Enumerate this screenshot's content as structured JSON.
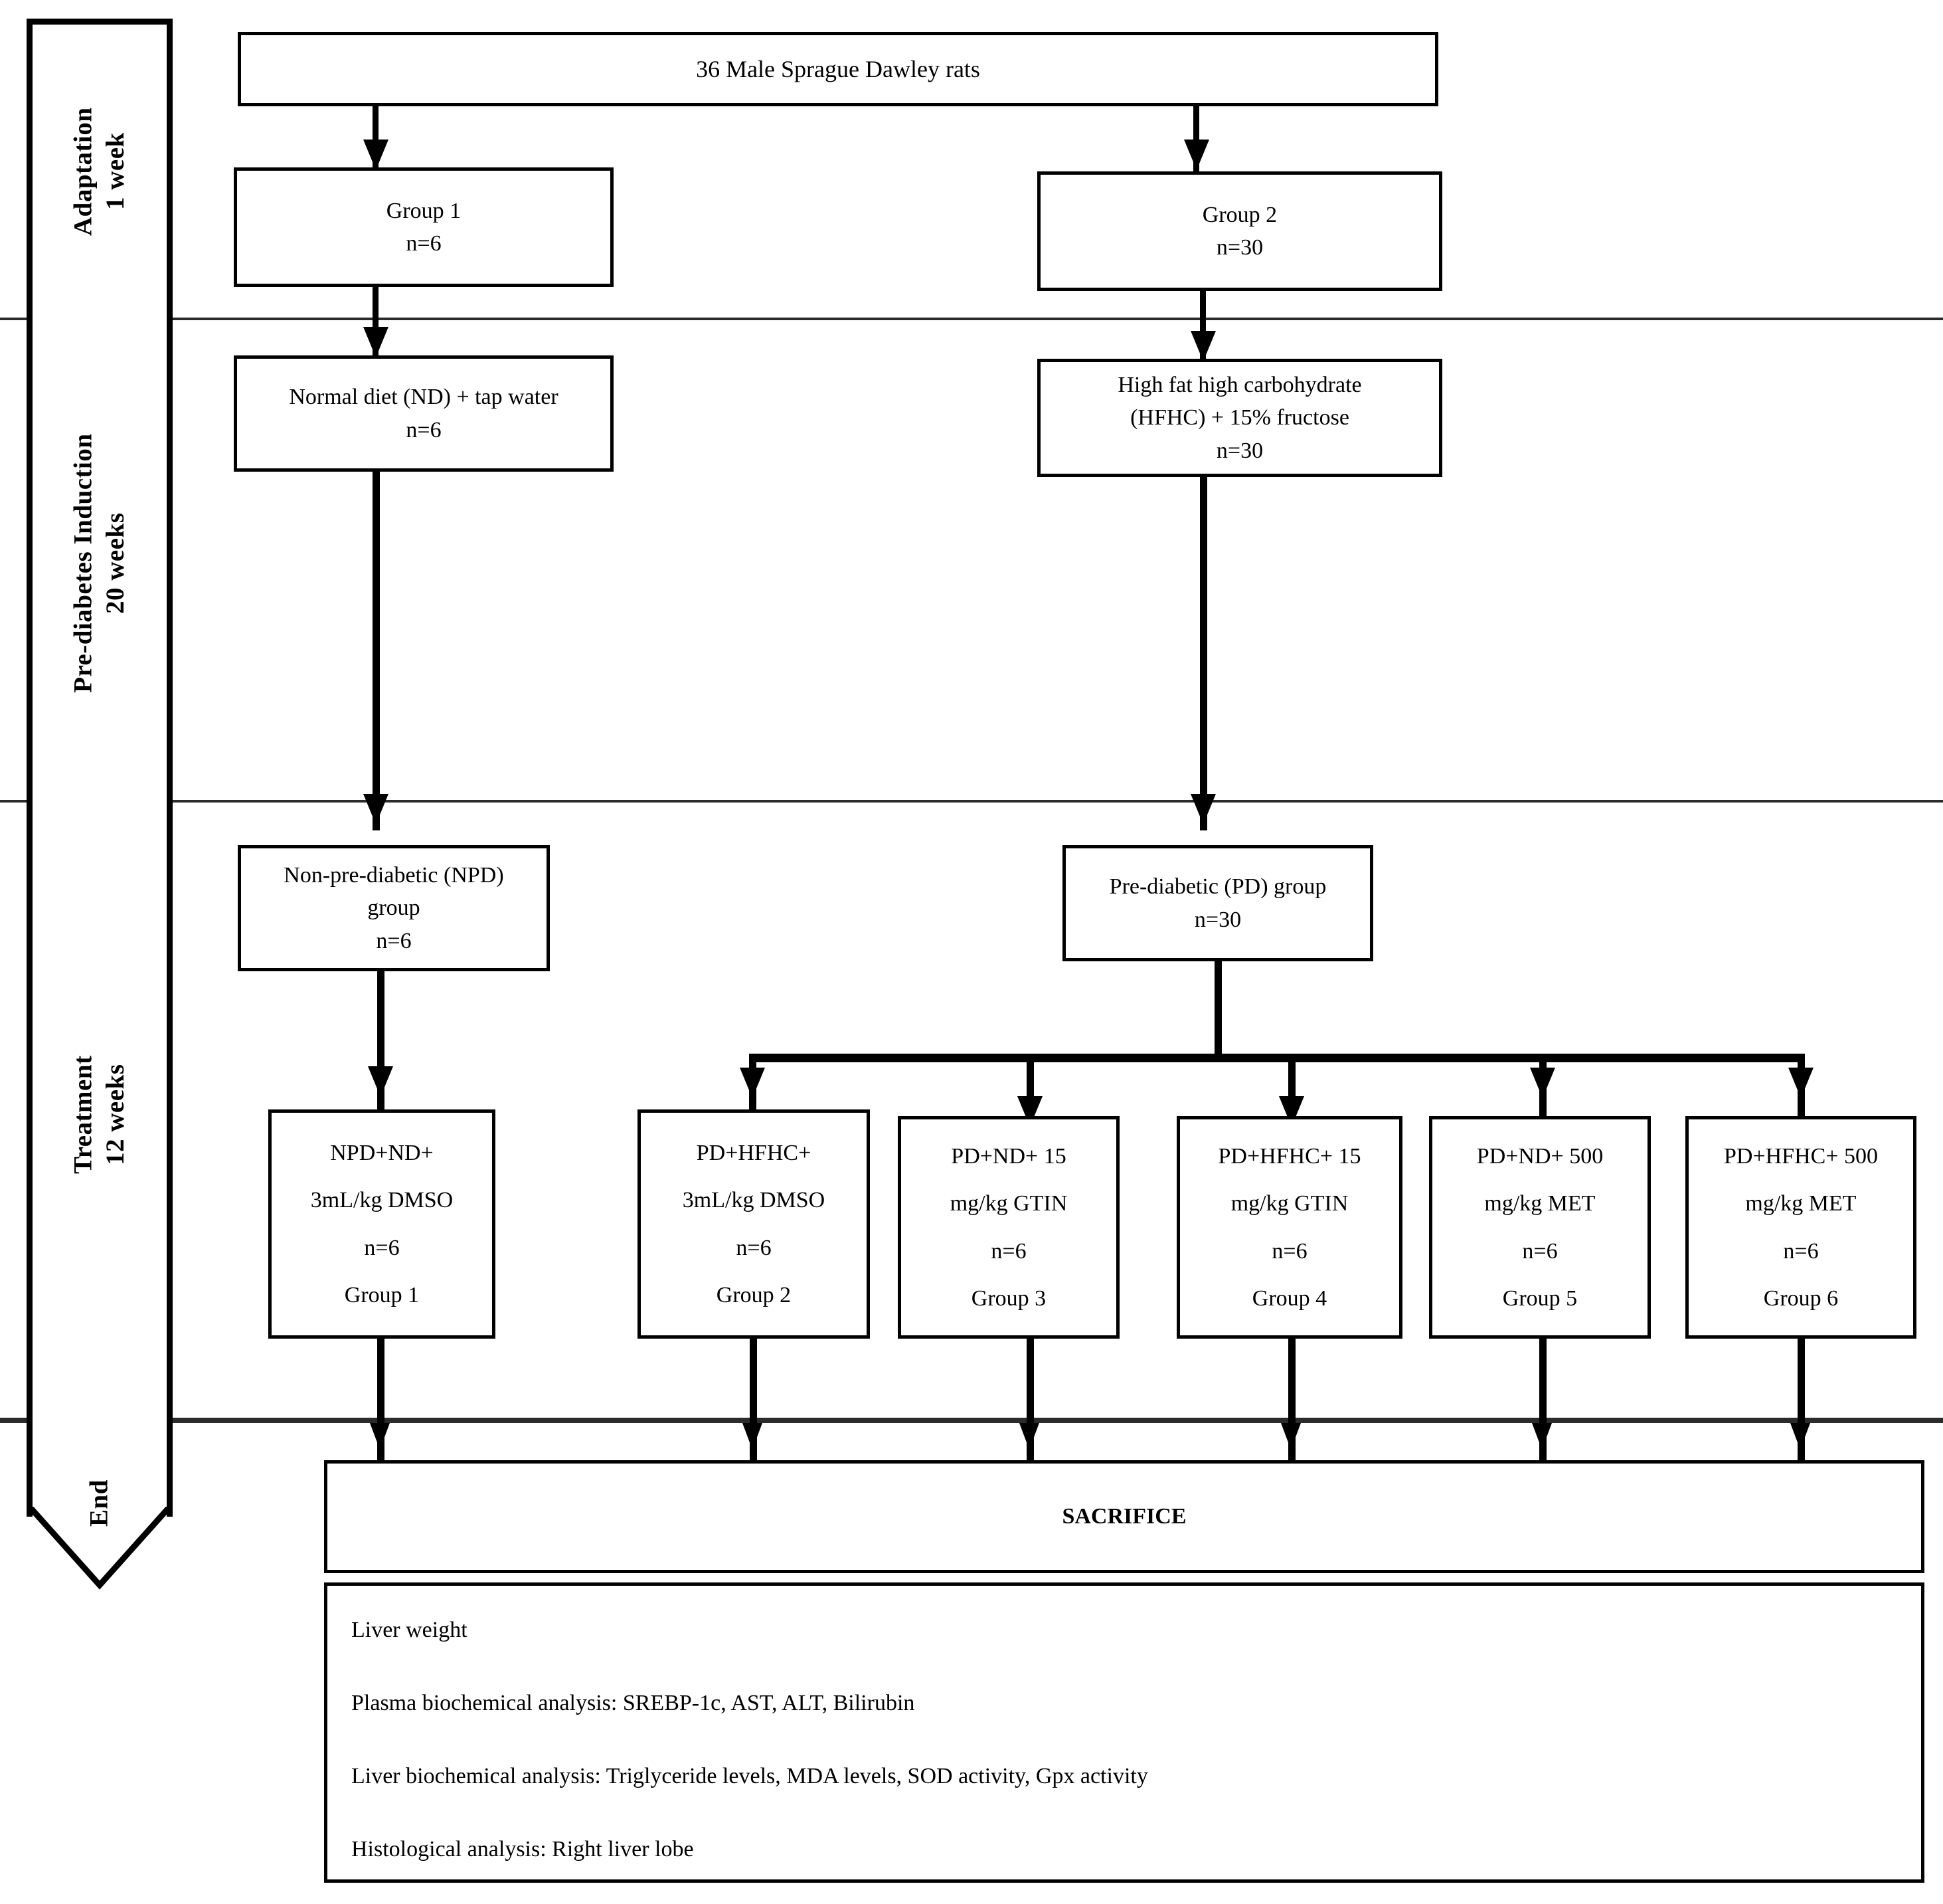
{
  "timeline": {
    "phases": [
      {
        "id": "adaptation",
        "label": "Adaptation\n1 week"
      },
      {
        "id": "induction",
        "label": "Pre-diabetes Induction\n20 weeks"
      },
      {
        "id": "treatment",
        "label": "Treatment\n12 weeks"
      },
      {
        "id": "end",
        "label": "End"
      }
    ]
  },
  "flow": {
    "root": {
      "label": "36 Male Sprague Dawley rats"
    },
    "allocation": [
      {
        "id": "group1",
        "lines": [
          "Group 1",
          "n=6"
        ]
      },
      {
        "id": "group2",
        "lines": [
          "Group 2",
          "n=30"
        ]
      }
    ],
    "diet": [
      {
        "id": "normal-diet",
        "lines": [
          "Normal diet (ND) + tap water",
          "n=6"
        ]
      },
      {
        "id": "hfhc-diet",
        "lines": [
          "High fat high carbohydrate",
          "(HFHC) + 15% fructose",
          "n=30"
        ]
      }
    ],
    "status": [
      {
        "id": "npd-group",
        "lines": [
          "Non-pre-diabetic (NPD)",
          "group",
          "n=6"
        ]
      },
      {
        "id": "pd-group",
        "lines": [
          "Pre-diabetic (PD) group",
          "n=30"
        ]
      }
    ],
    "treatments": [
      {
        "id": "treatment-group-1",
        "lines": [
          "NPD+ND+",
          "3mL/kg DMSO",
          "n=6",
          "Group 1"
        ]
      },
      {
        "id": "treatment-group-2",
        "lines": [
          "PD+HFHC+",
          "3mL/kg DMSO",
          "n=6",
          "Group 2"
        ]
      },
      {
        "id": "treatment-group-3",
        "lines": [
          "PD+ND+ 15",
          "mg/kg GTIN",
          "n=6",
          "Group 3"
        ]
      },
      {
        "id": "treatment-group-4",
        "lines": [
          "PD+HFHC+ 15",
          "mg/kg GTIN",
          "n=6",
          "Group 4"
        ]
      },
      {
        "id": "treatment-group-5",
        "lines": [
          "PD+ND+ 500",
          "mg/kg MET",
          "n=6",
          "Group 5"
        ]
      },
      {
        "id": "treatment-group-6",
        "lines": [
          "PD+HFHC+ 500",
          "mg/kg MET",
          "n=6",
          "Group 6"
        ]
      }
    ],
    "sacrifice": {
      "label": "SACRIFICE"
    },
    "results": [
      "Liver weight",
      "Plasma biochemical analysis: SREBP-1c, AST, ALT, Bilirubin",
      "Liver biochemical analysis: Triglyceride levels, MDA levels, SOD activity, Gpx activity",
      "Histological analysis: Right liver lobe"
    ]
  },
  "colors": {
    "stroke": "#000000",
    "divider": "#2b2b2b",
    "background": "#ffffff"
  }
}
